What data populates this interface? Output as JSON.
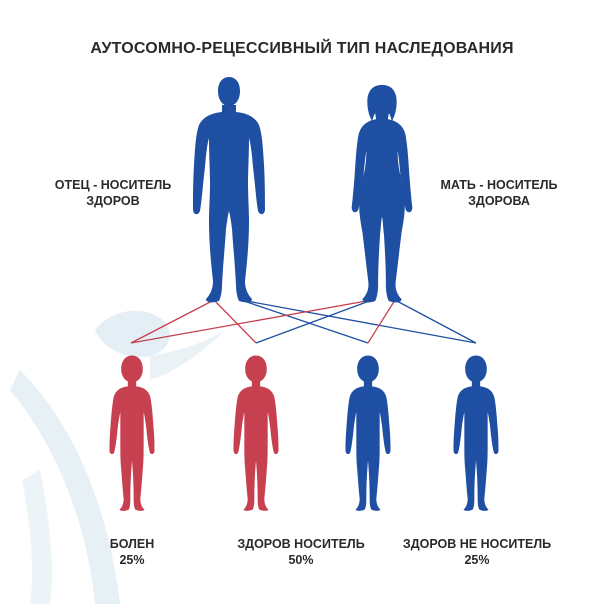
{
  "title": "АУТОСОМНО-РЕЦЕССИВНЫЙ ТИП НАСЛЕДОВАНИЯ",
  "colors": {
    "blue": "#1f4fa2",
    "red": "#c6404f",
    "text": "#2a2a2a",
    "watermark": "#dcebf3"
  },
  "parents": {
    "father": {
      "line1": "ОТЕЦ - НОСИТЕЛЬ",
      "line2": "ЗДОРОВ"
    },
    "mother": {
      "line1": "МАТЬ - НОСИТЕЛЬ",
      "line2": "ЗДОРОВА"
    }
  },
  "children": [
    {
      "status": "БОЛЕН",
      "percent": "25%"
    },
    {
      "status": "ЗДОРОВ НОСИТЕЛЬ",
      "percent": "50%"
    },
    {
      "status": "ЗДОРОВ НЕ НОСИТЕЛЬ",
      "percent": "25%"
    }
  ]
}
